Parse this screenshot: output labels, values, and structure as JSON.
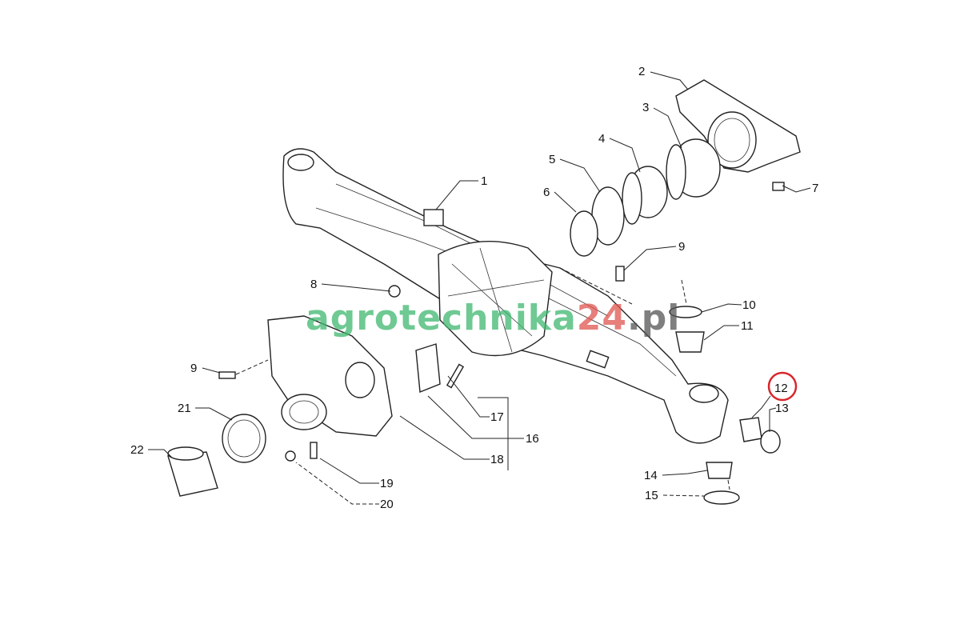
{
  "diagram": {
    "title": "Front axle housing exploded view",
    "highlighted_part": "12",
    "highlight_color": "#d9262b",
    "callouts": {
      "p1": "1",
      "p2": "2",
      "p3": "3",
      "p4": "4",
      "p5": "5",
      "p6": "6",
      "p7": "7",
      "p8": "8",
      "p9a": "9",
      "p9b": "9",
      "p10": "10",
      "p11": "11",
      "p12": "12",
      "p13": "13",
      "p14": "14",
      "p15": "15",
      "p16": "16",
      "p17": "17",
      "p18": "18",
      "p19": "19",
      "p20": "20",
      "p21": "21",
      "p22": "22"
    }
  },
  "watermark": {
    "part1": "agrotechnika",
    "part2": "24",
    "part3": ".pl"
  }
}
